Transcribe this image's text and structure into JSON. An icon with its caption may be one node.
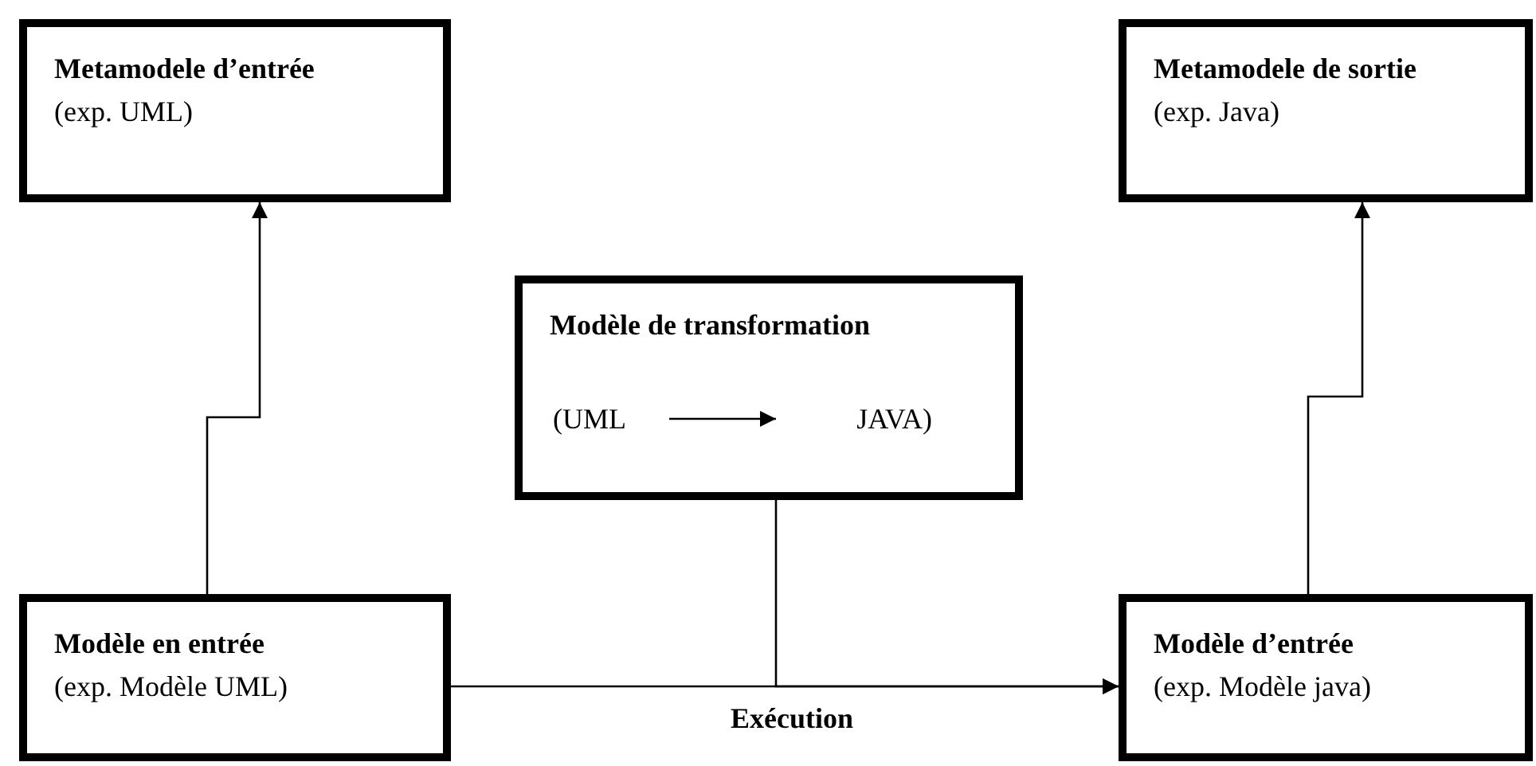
{
  "diagram": {
    "nodes": [
      {
        "text": [
          "Metamodele d’entrée",
          "(exp. UML)"
        ]
      },
      {
        "text": [
          "Metamodele de sortie",
          "(exp. Java)"
        ]
      },
      {
        "text": [
          "Modèle de transformation"
        ]
      },
      {
        "text": [
          "(UML"
        ],
        "in": 2
      },
      {
        "text": [
          "JAVA)"
        ],
        "in": 2
      },
      {
        "text": [
          "Modèle en entrée",
          "(exp. Modèle UML)"
        ]
      },
      {
        "text": [
          "Modèle d’entrée",
          "(exp. Modèle java)"
        ]
      }
    ],
    "edges": [
      {
        "from": 5,
        "to": 0,
        "arrow": "to"
      },
      {
        "from": 6,
        "to": 1,
        "arrow": "to"
      },
      {
        "from": 5,
        "to": 6,
        "arrow": "to",
        "label": "Exécution"
      },
      {
        "from": 2,
        "to": 6,
        "arrow": "to"
      },
      {
        "from": 3,
        "to": 4,
        "arrow": "to"
      }
    ]
  }
}
